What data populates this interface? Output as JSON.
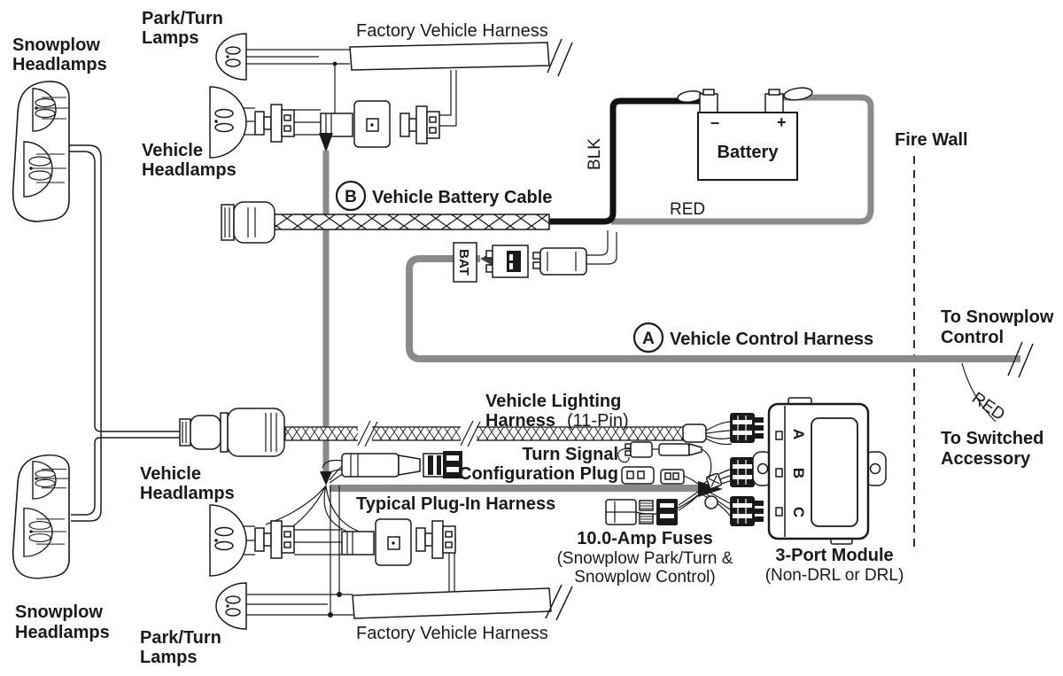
{
  "colors": {
    "line": "#1a1a1a",
    "wire_gray": "#8a8a8a",
    "wire_black": "#111111",
    "background": "#ffffff"
  },
  "labels": {
    "snowplow_headlamps_top": {
      "line1": "Snowplow",
      "line2": "Headlamps"
    },
    "park_turn_lamps_top": {
      "line1": "Park/Turn",
      "line2": "Lamps"
    },
    "factory_harness_top": "Factory Vehicle Harness",
    "vehicle_headlamps_top": {
      "line1": "Vehicle",
      "line2": "Headlamps"
    },
    "battery": {
      "name": "Battery",
      "negative": "–",
      "positive": "+"
    },
    "blk": "BLK",
    "red_battery": "RED",
    "fire_wall": "Fire Wall",
    "battery_cable": {
      "badge": "B",
      "label": "Vehicle Battery Cable"
    },
    "bat_tag": "BAT",
    "control_harness": {
      "badge": "A",
      "label": "Vehicle Control Harness"
    },
    "to_snowplow_control": {
      "line1": "To Snowplow",
      "line2": "Control"
    },
    "red_accessory": "RED",
    "to_switched_accessory": {
      "line1": "To Switched",
      "line2": "Accessory"
    },
    "lighting_harness": {
      "line1": "Vehicle Lighting",
      "line2_bold": "Harness",
      "line2_normal": "(11-Pin)"
    },
    "turn_signal": {
      "line1": "Turn Signal",
      "line2": "Configuration Plug"
    },
    "plug_in_harness": "Typical Plug-In Harness",
    "fuses": {
      "line1": "10.0-Amp Fuses",
      "line2": "(Snowplow Park/Turn &",
      "line3": "Snowplow Control)"
    },
    "module": {
      "line1": "3-Port Module",
      "line2": "(Non-DRL or DRL)",
      "ports": [
        "A",
        "B",
        "C"
      ]
    },
    "vehicle_headlamps_bottom": {
      "line1": "Vehicle",
      "line2": "Headlamps"
    },
    "snowplow_headlamps_bottom": {
      "line1": "Snowplow",
      "line2": "Headlamps"
    },
    "park_turn_lamps_bottom": {
      "line1": "Park/Turn",
      "line2": "Lamps"
    },
    "factory_harness_bottom": "Factory Vehicle Harness"
  }
}
